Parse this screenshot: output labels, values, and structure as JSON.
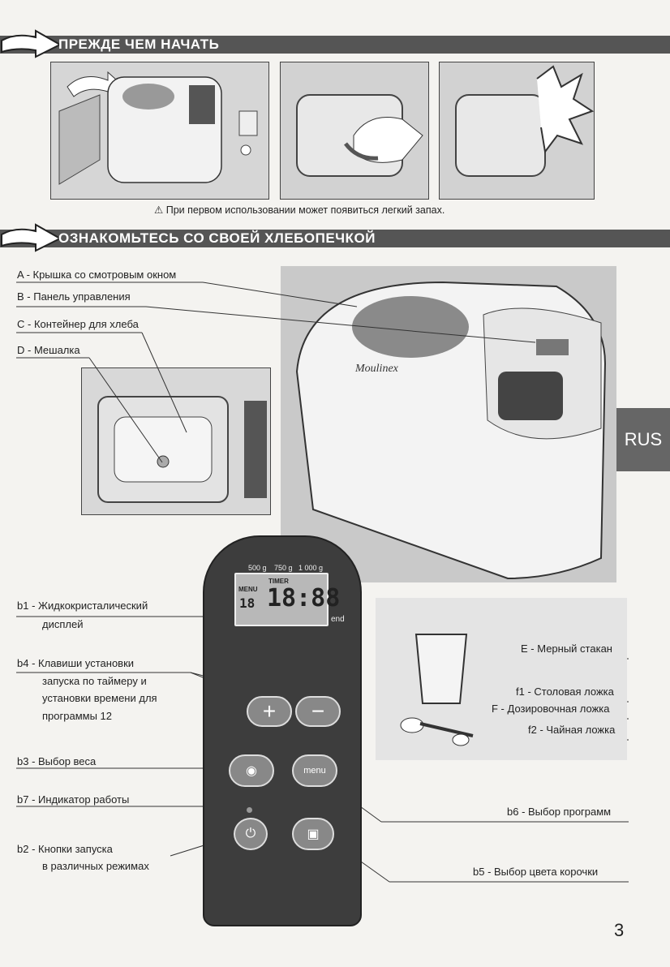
{
  "section1": {
    "title": "ПРЕЖДЕ ЧЕМ НАЧАТЬ"
  },
  "note": {
    "icon": "warning-icon",
    "text": "При первом использовании может появиться легкий запах."
  },
  "section2": {
    "title": "ОЗНАКОМЬТЕСЬ СО СВОЕЙ ХЛЕБОПЕЧКОЙ"
  },
  "parts": {
    "a": "A - Крышка со смотровым окном",
    "b": "B - Панель управления",
    "c": "C - Контейнер для хлеба",
    "d": "D - Мешалка"
  },
  "brand": "Moulinex",
  "side_tab": "RUS",
  "panel_labels": {
    "b1_line1": "b1 - Жидкокристалический",
    "b1_line2": "дисплей",
    "b4_line1": "b4 - Клавиши установки",
    "b4_line2": "запуска по таймеру и",
    "b4_line3": "установки времени для",
    "b4_line4": "программы 12",
    "b3": "b3 - Выбор веса",
    "b7": "b7 - Индикатор работы",
    "b2_line1": "b2 - Кнопки запуска",
    "b2_line2": "в различных режимах",
    "b6": "b6 - Выбор программ",
    "b5": "b5 - Выбор цвета корочки"
  },
  "accessories": {
    "e": "E - Мерный стакан",
    "f1": "f1 - Столовая ложка",
    "f": "F - Дозировочная ложка",
    "f2": "f2 - Чайная ложка"
  },
  "panel": {
    "weights": [
      "500 g",
      "750 g",
      "1 000 g"
    ],
    "timer": "TIMER",
    "menu_small": "MENU",
    "digits": "18:88",
    "prog": "18",
    "end": "end",
    "menu_button": "menu",
    "plus": "+",
    "minus": "−"
  },
  "page_number": "3"
}
